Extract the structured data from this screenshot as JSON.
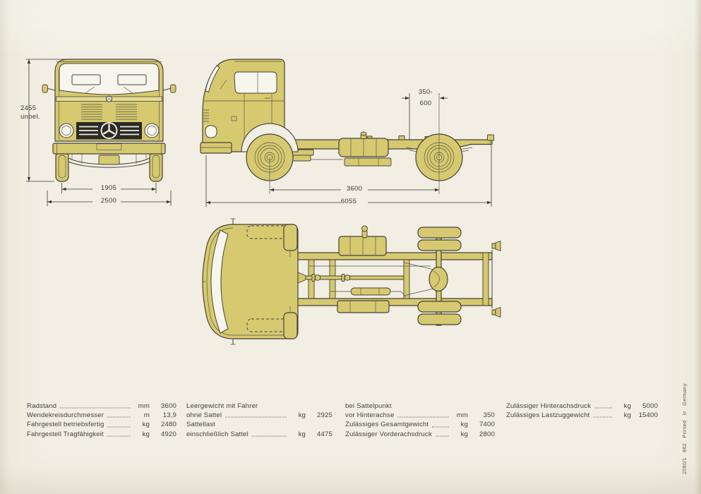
{
  "colors": {
    "paper": "#f2eee3",
    "vehicle_body": "#d6c96f",
    "outline": "#44423a",
    "grille_black": "#2b2a25",
    "glass_white": "#f8f6ec",
    "text": "#45433e"
  },
  "print_code": "2090/1 862 Printed in Germany",
  "dimensions": {
    "front": {
      "height": "2455",
      "height_note": "unbel.",
      "track": "1905",
      "overall_width": "2500"
    },
    "side": {
      "saddle_min": "350-",
      "saddle_max": "600",
      "wheelbase": "3600",
      "overall_length": "6055"
    }
  },
  "spec_table": {
    "columns": [
      {
        "rows": [
          {
            "label": "Radstand",
            "unit": "mm",
            "value": "3600"
          },
          {
            "label": "Wendekreisdurchmesser",
            "unit": "m",
            "value": "13,9"
          },
          {
            "label": "Fahrgestell betriebsfertig",
            "unit": "kg",
            "value": "2480"
          },
          {
            "label": "Fahrgestell Tragfähigkeit",
            "unit": "kg",
            "value": "4920"
          }
        ]
      },
      {
        "rows": [
          {
            "label": "Leergewicht mit Fahrer",
            "unit": "",
            "value": ""
          },
          {
            "label": "ohne Sattel",
            "unit": "kg",
            "value": "2925"
          },
          {
            "label": "Sattellast",
            "unit": "",
            "value": ""
          },
          {
            "label": "einschließlich Sattel",
            "unit": "kg",
            "value": "4475"
          }
        ]
      },
      {
        "rows": [
          {
            "label": "bei Sattelpunkt",
            "unit": "",
            "value": ""
          },
          {
            "label": "vor Hinterachse",
            "unit": "mm",
            "value": "350"
          },
          {
            "label": "Zulässiges Gesamtgewicht",
            "unit": "kg",
            "value": "7400"
          },
          {
            "label": "Zulässiger Vorderachsdruck",
            "unit": "kg",
            "value": "2800"
          }
        ]
      },
      {
        "rows": [
          {
            "label": "Zulässiger Hinterachsdruck",
            "unit": "kg",
            "value": "5000"
          },
          {
            "label": "Zulässiges Lastzuggewicht",
            "unit": "kg",
            "value": "15400"
          }
        ]
      }
    ]
  }
}
